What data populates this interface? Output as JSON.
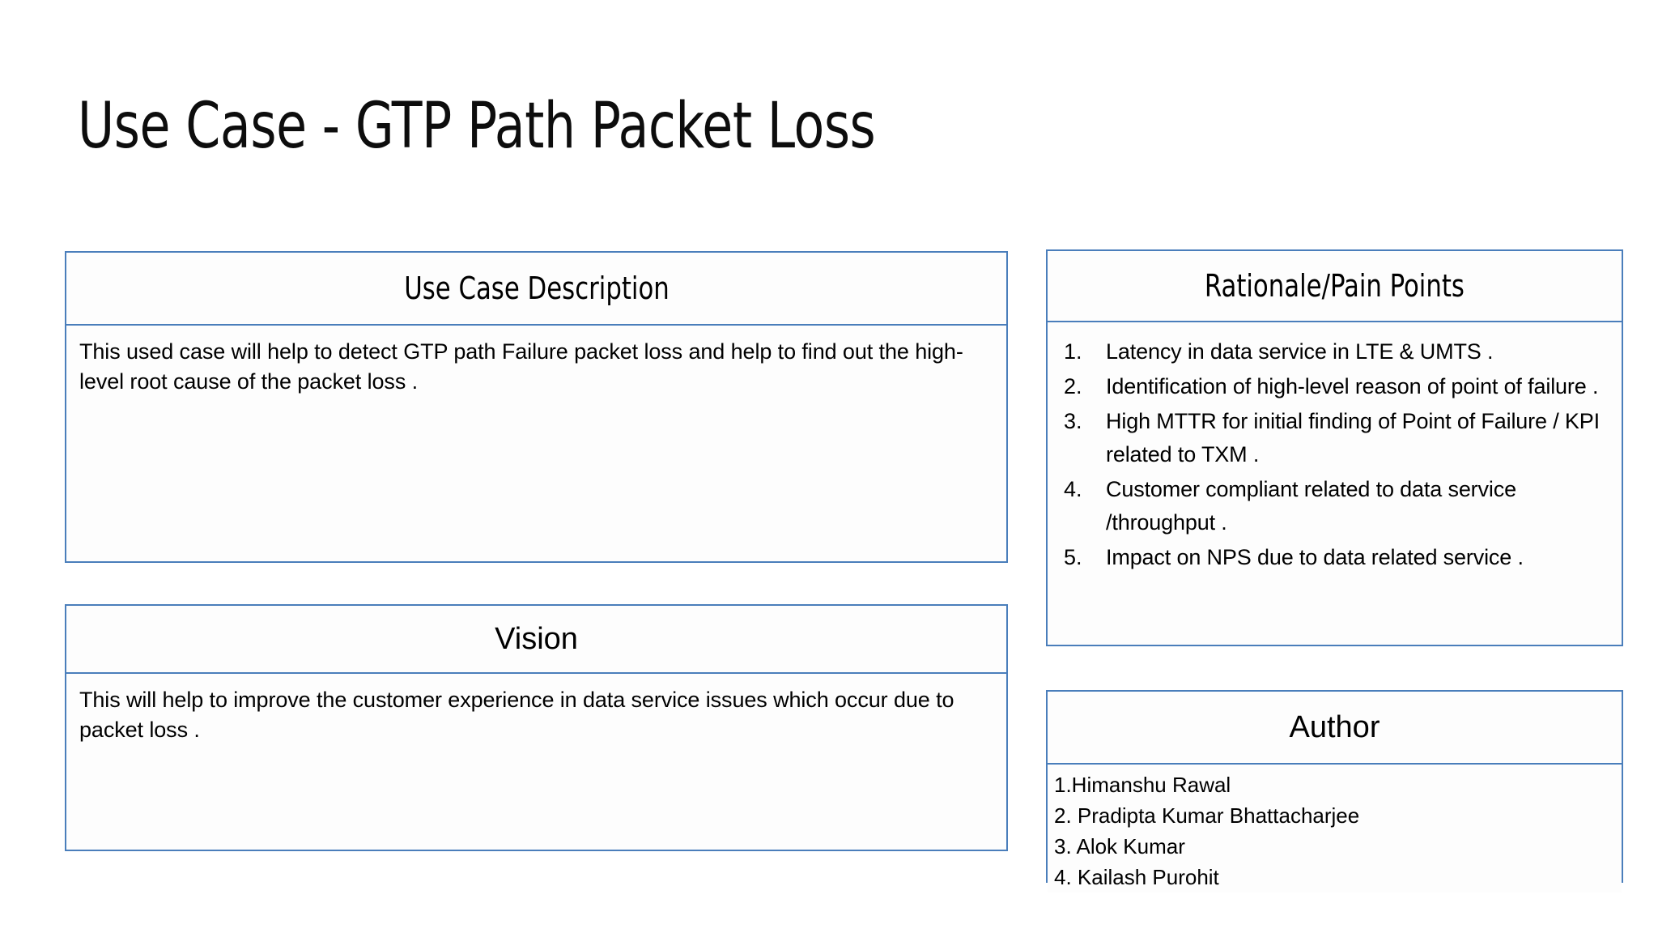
{
  "slide": {
    "title": "Use Case - GTP Path Packet Loss",
    "accent_color": "#4a7ebb",
    "background_color": "#ffffff",
    "text_color": "#000000"
  },
  "use_case_description": {
    "header": "Use Case Description",
    "body": "This  used case  will help to  detect GTP path Failure packet loss and  help to find out the high-level root cause of the  packet loss ."
  },
  "vision": {
    "header": "Vision",
    "body": "This will help to improve the customer experience in data service issues which occur due to packet loss ."
  },
  "rationale": {
    "header": "Rationale/Pain Points",
    "items": [
      {
        "num": "1.",
        "text": "Latency in data service in LTE & UMTS ."
      },
      {
        "num": "2.",
        "text": "Identification of high-level reason of  point of failure ."
      },
      {
        "num": "3.",
        "text": "High MTTR for initial finding  of Point of Failure / KPI related to TXM ."
      },
      {
        "num": "4.",
        "text": "Customer compliant related to data service /throughput ."
      },
      {
        "num": "5.",
        "text": "Impact on NPS due to data related service ."
      }
    ]
  },
  "author": {
    "header": "Author",
    "names": [
      "1.Himanshu Rawal",
      "2. Pradipta Kumar Bhattacharjee",
      "3. Alok Kumar",
      "4. Kailash Purohit"
    ]
  }
}
